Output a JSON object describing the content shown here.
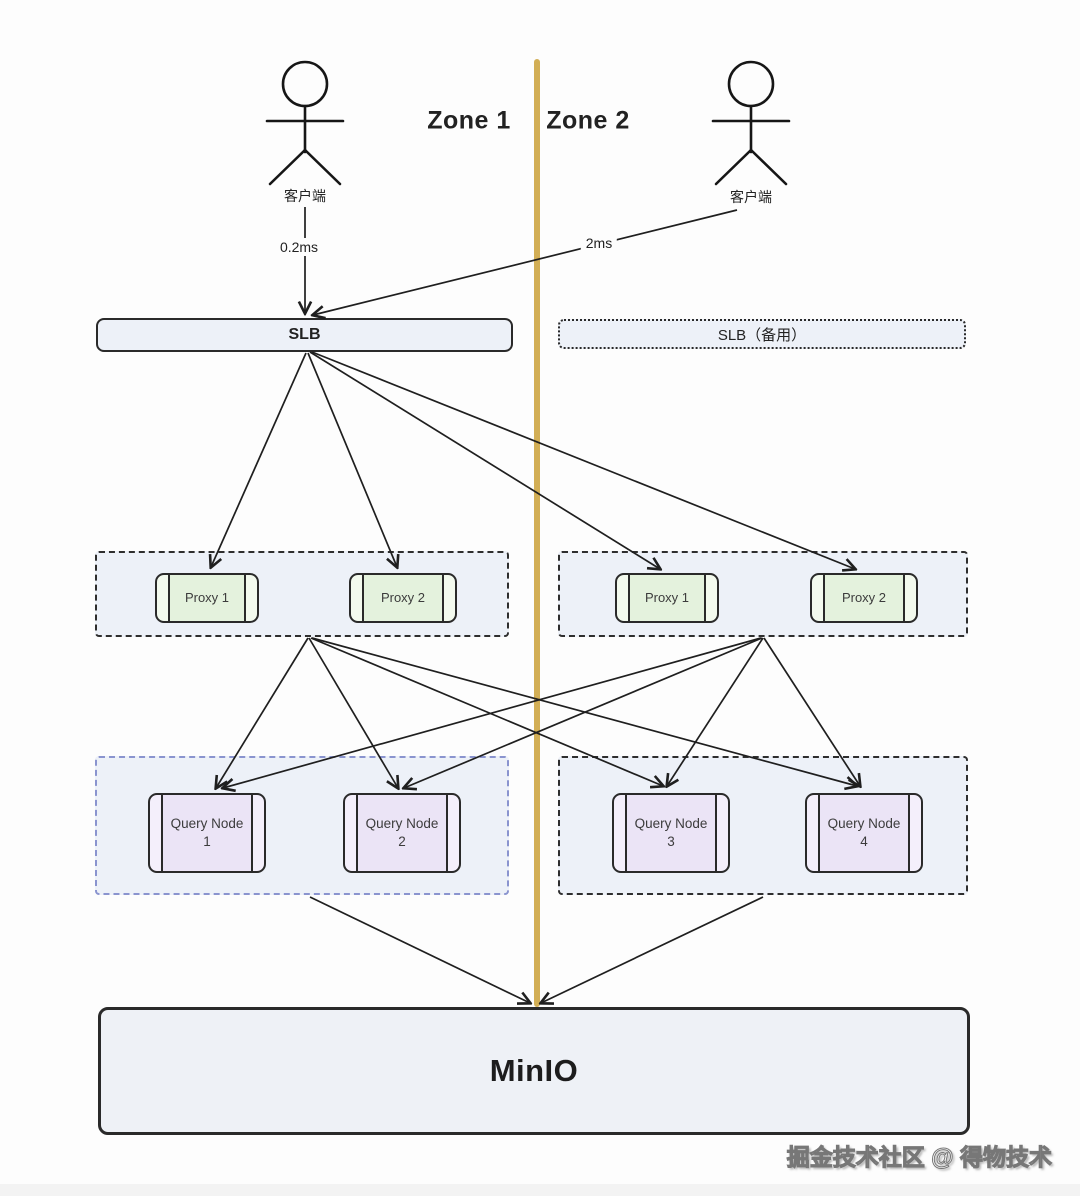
{
  "colors": {
    "accent-gold": "#D2AE55",
    "ink": "#222222",
    "box-fill-blue": "#EDF1F8",
    "node-green": "#E4F2DD",
    "node-green-cap": "#F3FAEE",
    "node-purple": "#EBE4F6",
    "node-purple-cap": "#F4EFFB",
    "query-group-dash": "#8A94CF"
  },
  "zones": {
    "zone1": "Zone 1",
    "zone2": "Zone 2"
  },
  "clients": {
    "zone1_label": "客户端",
    "zone2_label": "客户端"
  },
  "latency": {
    "zone1": "0.2ms",
    "zone2": "2ms"
  },
  "slb": {
    "primary": "SLB",
    "backup": "SLB（备用）"
  },
  "zone1": {
    "proxies": [
      "Proxy 1",
      "Proxy 2"
    ],
    "query_nodes": [
      {
        "name": "Query Node",
        "num": "1"
      },
      {
        "name": "Query Node",
        "num": "2"
      }
    ]
  },
  "zone2": {
    "proxies": [
      "Proxy 1",
      "Proxy 2"
    ],
    "query_nodes": [
      {
        "name": "Query Node",
        "num": "3"
      },
      {
        "name": "Query Node",
        "num": "4"
      }
    ]
  },
  "storage": {
    "label": "MinIO"
  },
  "watermark": "掘金技术社区 @ 得物技术"
}
